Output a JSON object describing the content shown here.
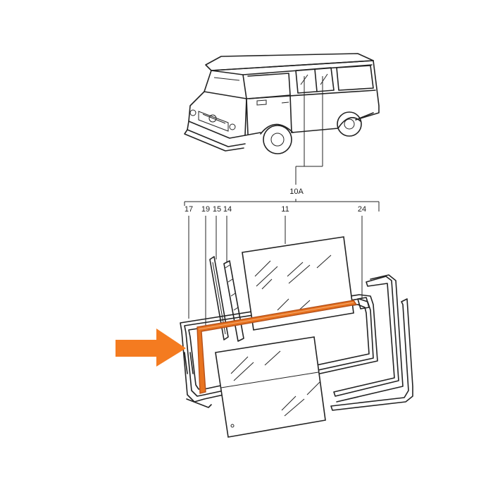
{
  "diagram": {
    "group_label": "10A",
    "part_labels": {
      "p17": "17",
      "p19": "19",
      "p15": "15",
      "p14": "14",
      "p11": "11",
      "p24": "24"
    },
    "highlight_color": "#e8731f",
    "arrow_color": "#f47b20",
    "line_color": "#222222"
  }
}
